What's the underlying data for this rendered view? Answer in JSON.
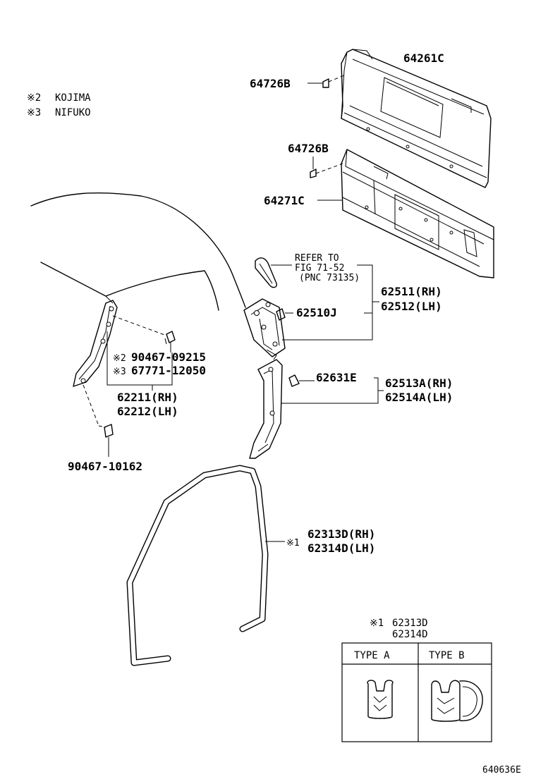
{
  "notes": {
    "note2_mark": "※2",
    "note2_text": "KOJIMA",
    "note3_mark": "※3",
    "note3_text": "NIFUKO"
  },
  "labels": {
    "p64261C": "64261C",
    "p64726B_top": "64726B",
    "p64726B_mid": "64726B",
    "p64271C": "64271C",
    "refer_line1": "REFER TO",
    "refer_line2": "FIG 71-52",
    "refer_line3": "(PNC 73135)",
    "p62511": "62511(RH)",
    "p62512": "62512(LH)",
    "p62510J": "62510J",
    "p90467_09215_mark": "※2",
    "p90467_09215": "90467-09215",
    "p67771_12050_mark": "※3",
    "p67771_12050": "67771-12050",
    "p62211": "62211(RH)",
    "p62212": "62212(LH)",
    "p62631E": "62631E",
    "p62513A": "62513A(RH)",
    "p62514A": "62514A(LH)",
    "p90467_10162": "90467-10162",
    "seal_mark": "※1",
    "p62313D": "62313D(RH)",
    "p62314D": "62314D(LH)"
  },
  "type_table": {
    "mark": "※1",
    "part_a": "62313D",
    "part_b": "62314D",
    "type_a": "TYPE A",
    "type_b": "TYPE B"
  },
  "footer": {
    "code": "640636E"
  }
}
